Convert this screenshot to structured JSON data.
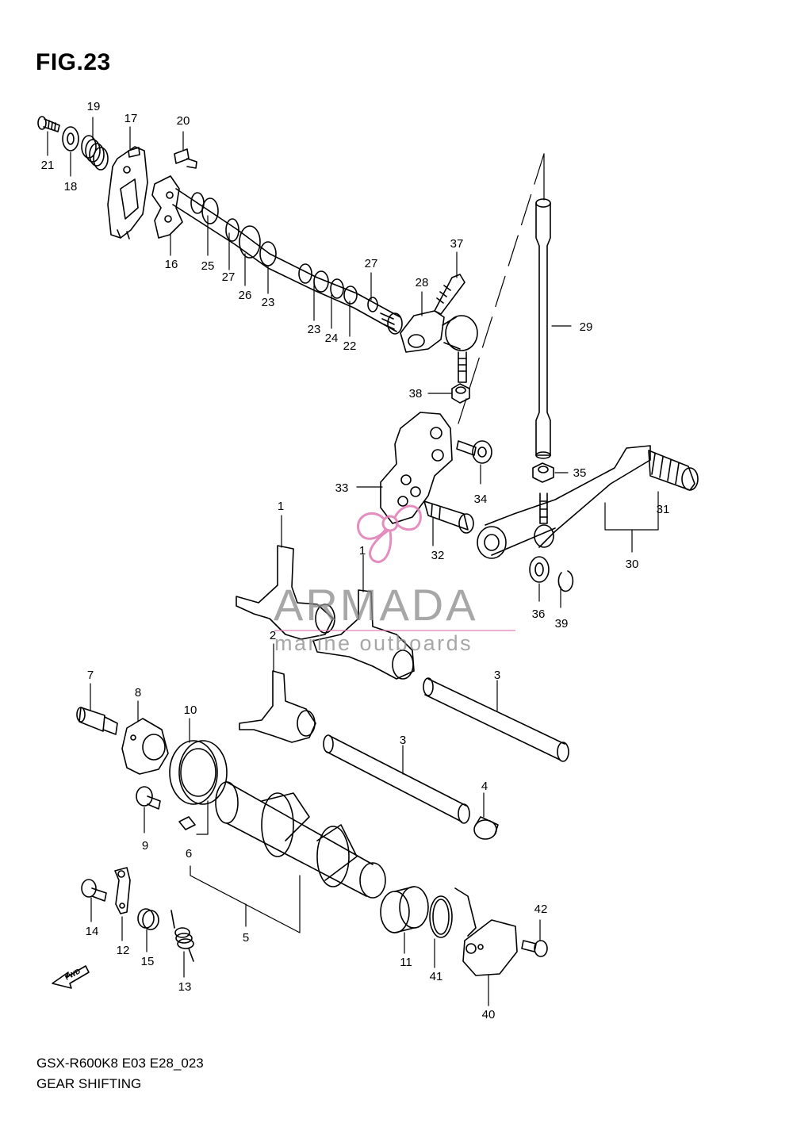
{
  "figure": {
    "title": "FIG.23",
    "footer_code": "GSX-R600K8 E03 E28_023",
    "footer_name": "GEAR SHIFTING",
    "fwd_label": "FWD"
  },
  "watermark": {
    "brand": "ARMADA",
    "tagline": "marine outboards",
    "color": "#e07ab4"
  },
  "callouts": [
    "1",
    "1",
    "2",
    "3",
    "3",
    "4",
    "5",
    "6",
    "7",
    "8",
    "9",
    "10",
    "11",
    "12",
    "13",
    "14",
    "15",
    "16",
    "17",
    "18",
    "19",
    "20",
    "21",
    "22",
    "23",
    "23",
    "24",
    "25",
    "26",
    "27",
    "27",
    "28",
    "29",
    "30",
    "31",
    "32",
    "33",
    "34",
    "35",
    "36",
    "37",
    "38",
    "39",
    "40",
    "41",
    "42"
  ]
}
